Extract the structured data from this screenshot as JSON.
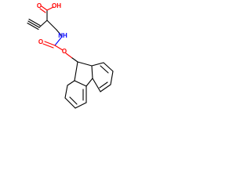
{
  "molecule": {
    "labels": {
      "carboxyl": "OH",
      "carbonyl_oxygen": "O",
      "amine": "NH",
      "carbamate_carbonyl_oxygen": "O",
      "ester_oxygen": "O"
    },
    "colors": {
      "bond": "#000000",
      "oxygen": "#ff0000",
      "nitrogen": "#0000ff"
    }
  }
}
